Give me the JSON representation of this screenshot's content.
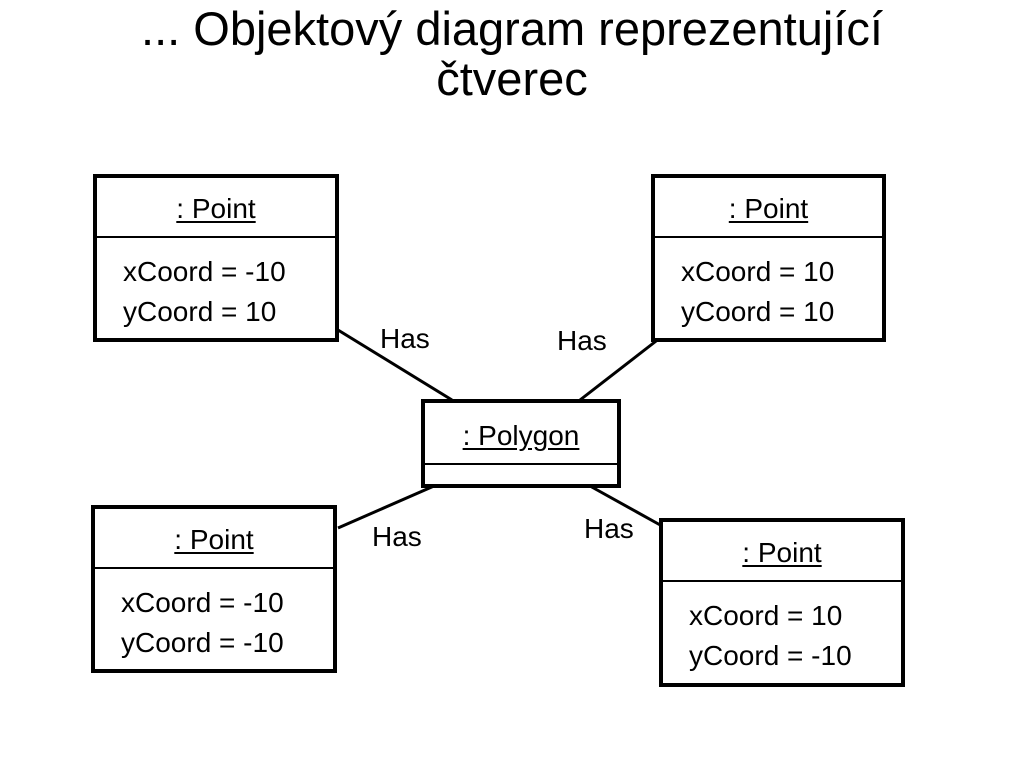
{
  "title": {
    "line1": "... Objektový diagram reprezentující",
    "line2": "čtverec"
  },
  "polygon": {
    "name": ": Polygon"
  },
  "points": [
    {
      "name": ": Point",
      "x_attr": "xCoord = -10",
      "y_attr": "yCoord = 10"
    },
    {
      "name": ": Point",
      "x_attr": "xCoord = 10",
      "y_attr": "yCoord = 10"
    },
    {
      "name": ": Point",
      "x_attr": "xCoord = -10",
      "y_attr": "yCoord = -10"
    },
    {
      "name": ": Point",
      "x_attr": "xCoord = 10",
      "y_attr": "yCoord = -10"
    }
  ],
  "links": [
    {
      "label": "Has"
    },
    {
      "label": "Has"
    },
    {
      "label": "Has"
    },
    {
      "label": "Has"
    }
  ]
}
